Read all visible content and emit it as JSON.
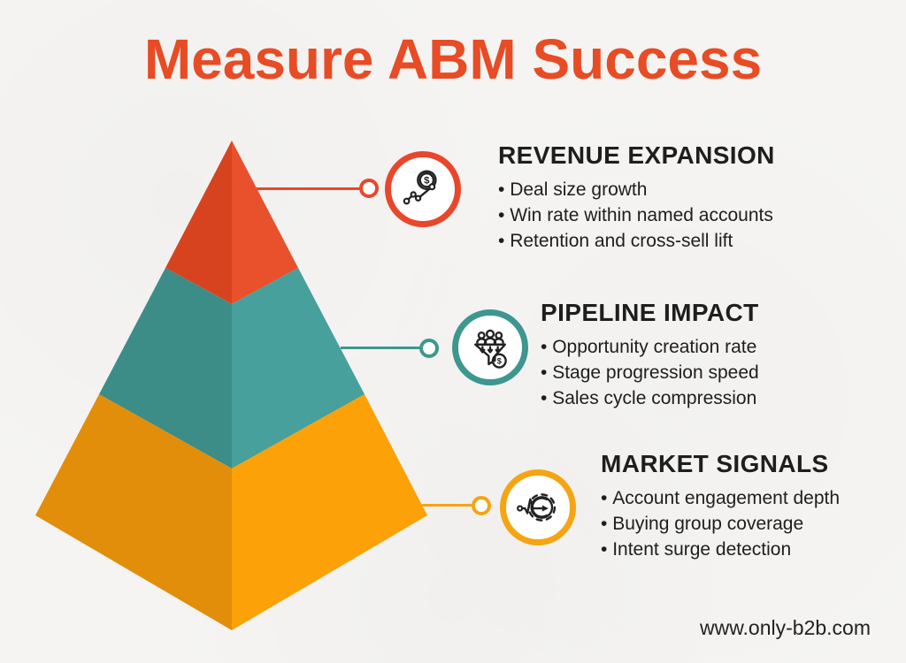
{
  "title": "Measure ABM Success",
  "footer": {
    "url": "www.only-b2b.com"
  },
  "colors": {
    "background": "#F5F4F2",
    "title": "#E74C25",
    "text": "#1E1E1E",
    "accent_red": "#E8472B",
    "accent_teal": "#3D978F",
    "accent_orange": "#F5A413",
    "icon_stroke": "#222222",
    "pyramid_red_left": "#D8431F",
    "pyramid_red_right": "#E8512B",
    "pyramid_teal_left": "#3C8D88",
    "pyramid_teal_right": "#47A09B",
    "pyramid_orange_left": "#E28E0A",
    "pyramid_orange_right": "#FCA107"
  },
  "icons": {
    "dollar": "$"
  },
  "pyramid": {
    "tiers": [
      {
        "level": "top",
        "color_name": "red",
        "linked_section": "REVENUE EXPANSION"
      },
      {
        "level": "middle",
        "color_name": "teal",
        "linked_section": "PIPELINE IMPACT"
      },
      {
        "level": "bottom",
        "color_name": "orange",
        "linked_section": "MARKET SIGNALS"
      }
    ]
  },
  "sections": [
    {
      "heading": "REVENUE EXPANSION",
      "icon": "revenue-growth-icon",
      "bullets": [
        "Deal size growth",
        "Win rate within named accounts",
        "Retention and cross-sell lift"
      ]
    },
    {
      "heading": "PIPELINE IMPACT",
      "icon": "pipeline-funnel-icon",
      "bullets": [
        "Opportunity creation rate",
        "Stage progression speed",
        "Sales cycle compression"
      ]
    },
    {
      "heading": "MARKET SIGNALS",
      "icon": "market-signals-icon",
      "bullets": [
        "Account engagement depth",
        "Buying group coverage",
        "Intent surge detection"
      ]
    }
  ]
}
